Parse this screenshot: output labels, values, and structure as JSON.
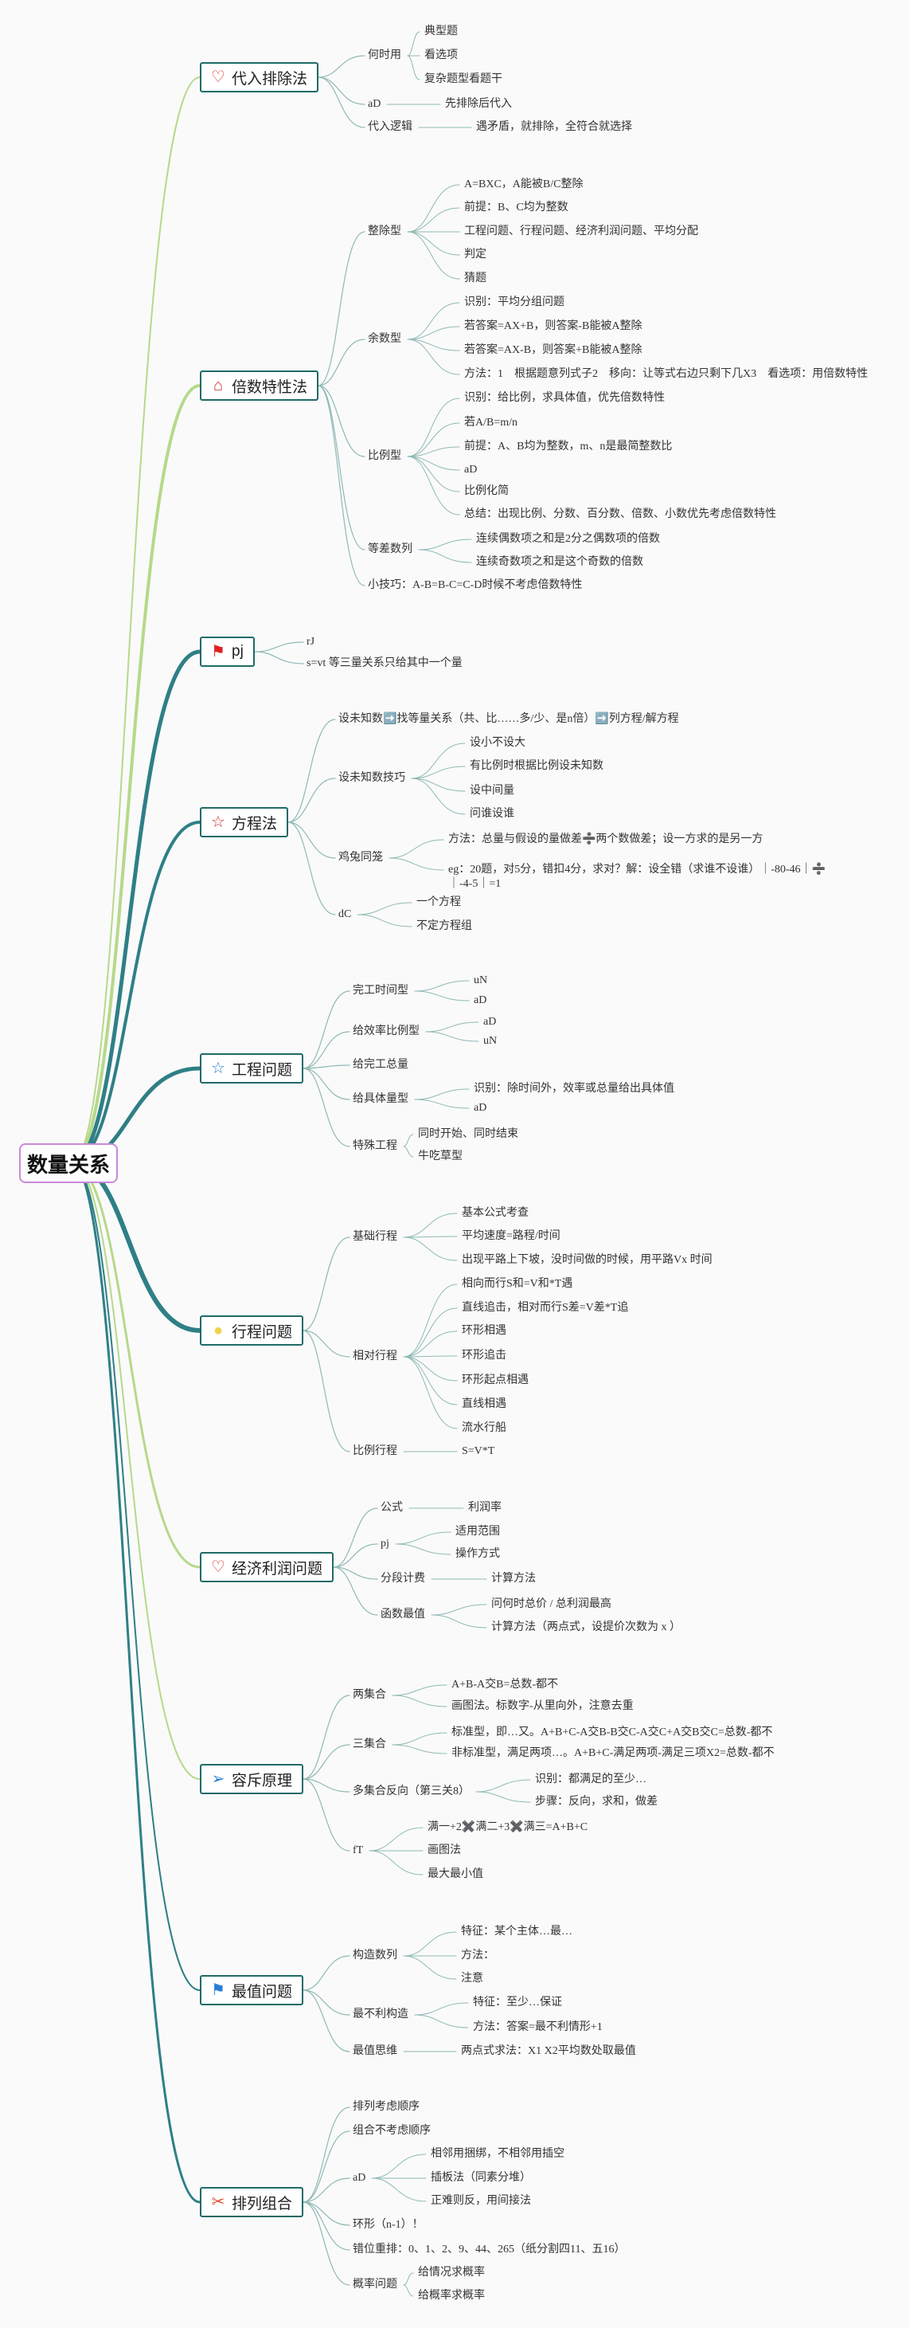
{
  "root": "数量关系",
  "colors": {
    "root_border": "#c78ad8",
    "topic_border": "#1f6b66",
    "light_branch": "#b6d98a",
    "dark_branch": "#2f7f86",
    "sub_branch": "#8fb9b6"
  },
  "topics": [
    {
      "title": "代入排除法",
      "icon": "heart-icon",
      "children": [
        {
          "text": "何时用",
          "children": [
            {
              "text": "典型题"
            },
            {
              "text": "看选项"
            },
            {
              "text": "复杂题型看题干"
            }
          ]
        },
        {
          "text": "aD",
          "children": [
            {
              "text": "先排除后代入"
            }
          ]
        },
        {
          "text": "代入逻辑",
          "children": [
            {
              "text": "遇矛盾，就排除，全符合就选择"
            }
          ]
        }
      ]
    },
    {
      "title": "倍数特性法",
      "icon": "home-icon",
      "children": [
        {
          "text": "整除型",
          "children": [
            {
              "text": "A=BXC，A能被B/C整除"
            },
            {
              "text": "前提：B、C均为整数"
            },
            {
              "text": "工程问题、行程问题、经济利润问题、平均分配"
            },
            {
              "text": "判定"
            },
            {
              "text": "猜题"
            }
          ]
        },
        {
          "text": "余数型",
          "children": [
            {
              "text": "识别：平均分组问题"
            },
            {
              "text": "若答案=AX+B，则答案-B能被A整除"
            },
            {
              "text": "若答案=AX-B，则答案+B能被A整除"
            },
            {
              "text": "方法：1　根据题意列式子2　移向：让等式右边只剩下几X3　看选项：用倍数特性"
            }
          ]
        },
        {
          "text": "比例型",
          "children": [
            {
              "text": "识别：给比例，求具体值，优先倍数特性"
            },
            {
              "text": "若A/B=m/n"
            },
            {
              "text": "前提：A、B均为整数，m、n是最简整数比"
            },
            {
              "text": "aD"
            },
            {
              "text": "比例化简"
            },
            {
              "text": "总结：出现比例、分数、百分数、倍数、小数优先考虑倍数特性"
            }
          ]
        },
        {
          "text": "等差数列",
          "children": [
            {
              "text": "连续偶数项之和是2分之偶数项的倍数"
            },
            {
              "text": "连续奇数项之和是这个奇数的倍数"
            }
          ]
        },
        {
          "text": "小技巧：A-B=B-C=C-D时候不考虑倍数特性"
        }
      ]
    },
    {
      "title": "pj",
      "icon": "red-flag-icon",
      "children": [
        {
          "text": "rJ"
        },
        {
          "text": "s=vt 等三量关系只给其中一个量"
        }
      ]
    },
    {
      "title": "方程法",
      "icon": "star-outline-icon",
      "children": [
        {
          "text": "设未知数➡️找等量关系（共、比……多/少、是n倍）➡️列方程/解方程"
        },
        {
          "text": "设未知数技巧",
          "children": [
            {
              "text": "设小不设大"
            },
            {
              "text": "有比例时根据比例设未知数"
            },
            {
              "text": "设中间量"
            },
            {
              "text": "问谁设谁"
            }
          ]
        },
        {
          "text": "鸡兔同笼",
          "children": [
            {
              "text": "方法：总量与假设的量做差➗两个数做差；设一方求的是另一方"
            },
            {
              "text": "eg：20题，对5分，错扣4分，求对？解：设全错（求谁不设谁）｜-80-46｜➗",
              "text2": "｜-4-5｜=1"
            }
          ]
        },
        {
          "text": "dC",
          "children": [
            {
              "text": "一个方程"
            },
            {
              "text": "不定方程组"
            }
          ]
        }
      ]
    },
    {
      "title": "工程问题",
      "icon": "blue-star-icon",
      "children": [
        {
          "text": "完工时间型",
          "children": [
            {
              "text": "uN"
            },
            {
              "text": "aD"
            }
          ]
        },
        {
          "text": "给效率比例型",
          "children": [
            {
              "text": "aD"
            },
            {
              "text": "uN"
            }
          ]
        },
        {
          "text": "给完工总量"
        },
        {
          "text": "给具体量型",
          "children": [
            {
              "text": "识别：除时间外，效率或总量给出具体值"
            },
            {
              "text": "aD"
            }
          ]
        },
        {
          "text": "特殊工程",
          "children": [
            {
              "text": "同时开始、同时结束"
            },
            {
              "text": "牛吃草型"
            }
          ]
        }
      ]
    },
    {
      "title": "行程问题",
      "icon": "bulb-icon",
      "children": [
        {
          "text": "基础行程",
          "children": [
            {
              "text": "基本公式考查"
            },
            {
              "text": "平均速度=路程/时间"
            },
            {
              "text": "出现平路上下坡，没时间做的时候，用平路Vx 时间"
            }
          ]
        },
        {
          "text": "相对行程",
          "children": [
            {
              "text": "相向而行S和=V和*T遇"
            },
            {
              "text": "直线追击，相对而行S差=V差*T追"
            },
            {
              "text": "环形相遇"
            },
            {
              "text": "环形追击"
            },
            {
              "text": "环形起点相遇"
            },
            {
              "text": "直线相遇"
            },
            {
              "text": "流水行船"
            }
          ]
        },
        {
          "text": "比例行程",
          "children": [
            {
              "text": "S=V*T"
            }
          ]
        }
      ]
    },
    {
      "title": "经济利润问题",
      "icon": "heart-icon",
      "children": [
        {
          "text": "公式",
          "children": [
            {
              "text": "利润率"
            }
          ]
        },
        {
          "text": "pj",
          "children": [
            {
              "text": "适用范围"
            },
            {
              "text": "操作方式"
            }
          ]
        },
        {
          "text": "分段计费",
          "children": [
            {
              "text": "计算方法"
            }
          ]
        },
        {
          "text": "函数最值",
          "children": [
            {
              "text": "问何时总价 / 总利润最高"
            },
            {
              "text": "计算方法（两点式，设提价次数为 x ）"
            }
          ]
        }
      ]
    },
    {
      "title": "容斥原理",
      "icon": "paper-plane-icon",
      "children": [
        {
          "text": "两集合",
          "children": [
            {
              "text": "A+B-A交B=总数-都不"
            },
            {
              "text": "画图法。标数字-从里向外，注意去重"
            }
          ]
        },
        {
          "text": "三集合",
          "children": [
            {
              "text": "标准型，即…又。A+B+C-A交B-B交C-A交C+A交B交C=总数-都不"
            },
            {
              "text": "非标准型，满足两项…。A+B+C-满足两项-满足三项X2=总数-都不"
            }
          ]
        },
        {
          "text": "多集合反向（第三关8）",
          "children": [
            {
              "text": "识别：都满足的至少…"
            },
            {
              "text": "步骤：反向，求和，做差"
            }
          ]
        },
        {
          "text": "fT",
          "children": [
            {
              "text": "满一+2✖️满二+3✖️满三=A+B+C"
            },
            {
              "text": "画图法"
            },
            {
              "text": "最大最小值"
            }
          ]
        }
      ]
    },
    {
      "title": "最值问题",
      "icon": "blue-flag-icon",
      "children": [
        {
          "text": "构造数列",
          "children": [
            {
              "text": "特征：某个主体…最…"
            },
            {
              "text": "方法："
            },
            {
              "text": "注意"
            }
          ]
        },
        {
          "text": "最不利构造",
          "children": [
            {
              "text": "特征：至少…保证"
            },
            {
              "text": "方法：答案=最不利情形+1"
            }
          ]
        },
        {
          "text": "最值思维",
          "children": [
            {
              "text": "两点式求法：X1 X2平均数处取最值"
            }
          ]
        }
      ]
    },
    {
      "title": "排列组合",
      "icon": "tools-icon",
      "children": [
        {
          "text": "排列考虑顺序"
        },
        {
          "text": "组合不考虑顺序"
        },
        {
          "text": "aD",
          "children": [
            {
              "text": "相邻用捆绑，不相邻用插空"
            },
            {
              "text": "插板法（同素分堆）"
            },
            {
              "text": "正难则反，用间接法"
            }
          ]
        },
        {
          "text": "环形（n-1）！"
        },
        {
          "text": "错位重排：0、1、2、9、44、265（纸分割四11、五16）"
        },
        {
          "text": "概率问题",
          "children": [
            {
              "text": "给情况求概率"
            },
            {
              "text": "给概率求概率"
            }
          ]
        }
      ]
    }
  ]
}
